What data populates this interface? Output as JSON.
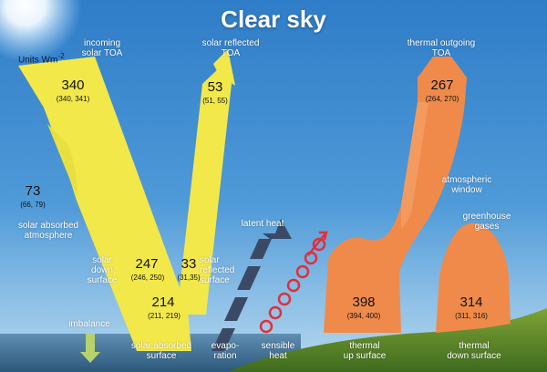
{
  "title": "Clear sky",
  "units": "Units Wm",
  "units_sup": "-2",
  "colors": {
    "solar": "#f2e84a",
    "thermal": "#f08a4a",
    "latent": "#3a4a66",
    "sensible": "#e0303c",
    "text": "#ffffff"
  },
  "flows": {
    "incoming": {
      "label1": "incoming",
      "label2": "solar TOA",
      "value": "340",
      "range": "(340, 341)"
    },
    "reflected_toa": {
      "label1": "solar reflected",
      "label2": "TOA",
      "value": "53",
      "range": "(51, 55)"
    },
    "absorbed_atm": {
      "label1": "solar absorbed",
      "label2": "atmosphere",
      "value": "73",
      "range": "(66, 79)"
    },
    "down_surface": {
      "label1": "solar",
      "label2": "down",
      "label3": "surface",
      "value": "247",
      "range": "(246, 250)"
    },
    "reflected_surface": {
      "label1": "solar",
      "label2": "reflected",
      "label3": "surface",
      "value": "33",
      "range": "(31,35)"
    },
    "absorbed_surface": {
      "label1": "solar absorbed",
      "label2": "surface",
      "value": "214",
      "range": "(211, 219)"
    },
    "outgoing": {
      "label1": "thermal outgoing",
      "label2": "TOA",
      "value": "267",
      "range": "(264, 270)"
    },
    "window": {
      "label1": "atmospheric",
      "label2": "window"
    },
    "greenhouse": {
      "label1": "greenhouse",
      "label2": "gases"
    },
    "up_surface": {
      "label1": "thermal",
      "label2": "up surface",
      "value": "398",
      "range": "(394, 400)"
    },
    "down_thermal": {
      "label1": "thermal",
      "label2": "down surface",
      "value": "314",
      "range": "(311, 316)"
    },
    "latent": {
      "label": "latent heat"
    },
    "evaporation": {
      "label1": "evapo-",
      "label2": "ration"
    },
    "sensible": {
      "label1": "sensible",
      "label2": "heat"
    },
    "imbalance": {
      "label": "imbalance"
    }
  }
}
